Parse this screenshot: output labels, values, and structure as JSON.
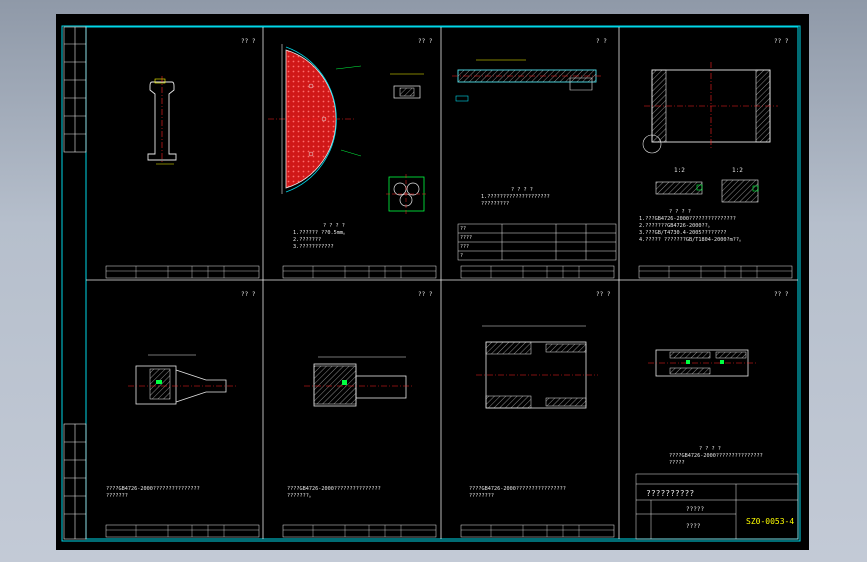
{
  "colors": {
    "border": "#00d7e8",
    "white": "#e8e8e8",
    "yellow": "#ffff00",
    "green": "#00ff40",
    "red": "#ff2020",
    "bg": "#000000"
  },
  "sheets": [
    {
      "scale": "?? ?",
      "notes": []
    },
    {
      "scale": "?? ?",
      "notes": [
        "? ? ? ?",
        "1.?????? ??0.5mm。",
        "2.???????",
        "3.???????????"
      ]
    },
    {
      "scale": "? ?",
      "notes": [
        "? ? ? ?",
        "1.????????????????????",
        "?????????"
      ]
    },
    {
      "scale": "?? ?",
      "notes": [
        "? ? ? ?",
        "1.???GB4726-2000???????????????",
        "2.???????GB4726-2000??。",
        "3.???GB/T4730.4-2005????????",
        "4.????? ???????GB/T1804-2000?m??。"
      ]
    },
    {
      "scale": "?? ?",
      "notes": [
        "????GB4726-2000???????????????",
        "???????"
      ]
    },
    {
      "scale": "?? ?",
      "notes": [
        "????GB4726-2000???????????????",
        "???????。"
      ]
    },
    {
      "scale": "?? ?",
      "notes": [
        "????GB4726-2000????????????????",
        "????????"
      ]
    },
    {
      "scale": "?? ?",
      "notes": [
        "? ? ? ?",
        "????GB4726-2000???????????????",
        "?????"
      ]
    }
  ],
  "section_labels": [
    "1:2",
    "1:2"
  ],
  "part_row_labels": [
    "??",
    "????",
    "???",
    "?",
    "?",
    "????",
    "????"
  ],
  "title_block": {
    "main_title": "??????????",
    "drawing_no": "SZ0-0053-4",
    "name": "?????",
    "field": "????"
  }
}
